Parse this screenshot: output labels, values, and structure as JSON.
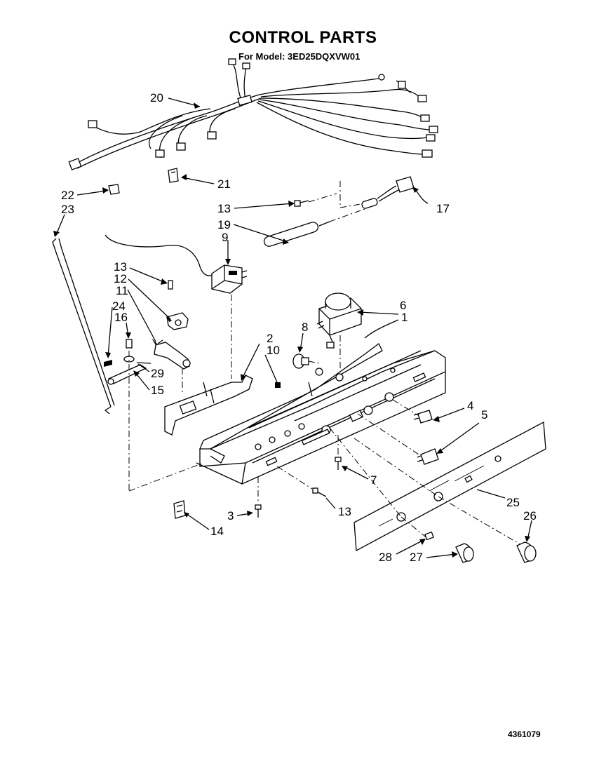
{
  "title": "CONTROL PARTS",
  "subtitle": "For Model: 3ED25DQXVW01",
  "document_number": "4361079",
  "callouts": {
    "c1": "1",
    "c2": "2",
    "c3": "3",
    "c4": "4",
    "c5": "5",
    "c6": "6",
    "c7": "7",
    "c8": "8",
    "c9": "9",
    "c10": "10",
    "c11": "11",
    "c12": "12",
    "c13a": "13",
    "c13b": "13",
    "c13c": "13",
    "c14": "14",
    "c15": "15",
    "c16": "16",
    "c17": "17",
    "c19": "19",
    "c20": "20",
    "c21": "21",
    "c22": "22",
    "c23": "23",
    "c24": "24",
    "c25": "25",
    "c26": "26",
    "c27": "27",
    "c28": "28",
    "c29": "29"
  }
}
